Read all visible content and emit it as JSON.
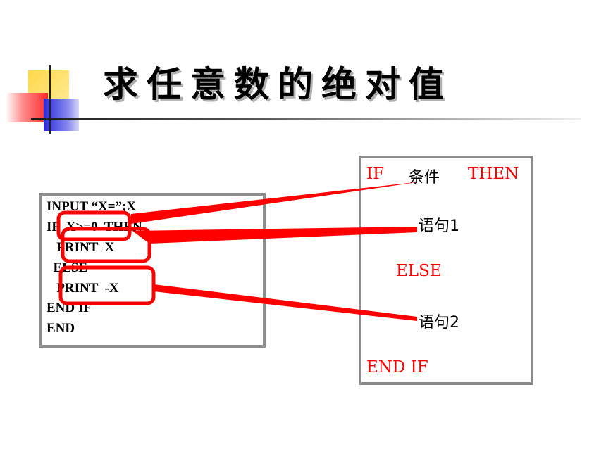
{
  "slide": {
    "title": "求任意数的绝对值"
  },
  "code": {
    "lines": [
      "INPUT “X=”;X",
      "IF  X>=0  THEN",
      "   PRINT  X",
      "  ELSE",
      "   PRINT  -X",
      "END IF",
      "END"
    ]
  },
  "syntax": {
    "if_kw": "IF",
    "condition": "条件",
    "then_kw": "THEN",
    "statement1": "语句1",
    "else_kw": "ELSE",
    "statement2": "语句2",
    "endif_kw": "END IF"
  },
  "colors": {
    "keyword": "#ff0000",
    "highlight": "#ff0000",
    "box_border": "#8c8c8c"
  }
}
